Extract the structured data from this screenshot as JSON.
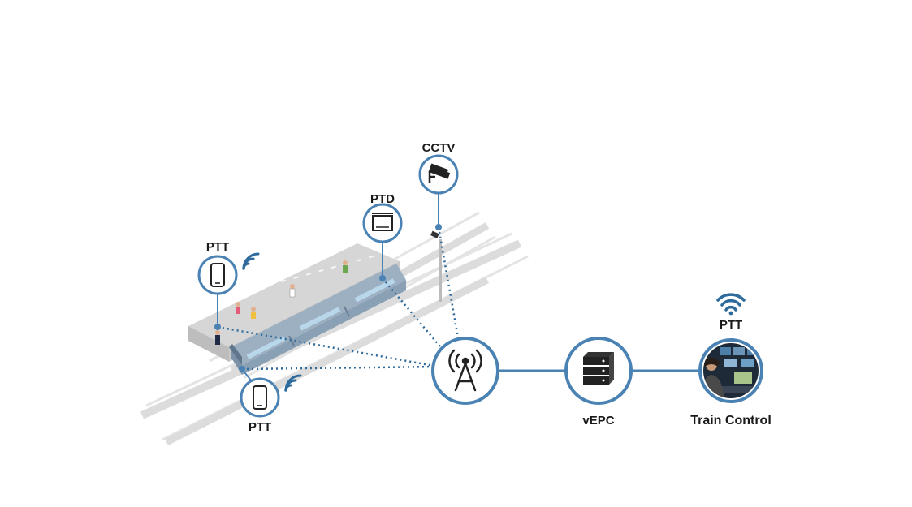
{
  "diagram": {
    "labels": {
      "ptt_left": "PTT",
      "ptt_bottom": "PTT",
      "ptd": "PTD",
      "cctv": "CCTV",
      "vepc": "vEPC",
      "ptt_control": "PTT",
      "train_control": "Train Control"
    },
    "nodes": [
      {
        "id": "ptt-phone-left",
        "icon": "smartphone-icon"
      },
      {
        "id": "ptt-phone-bottom",
        "icon": "smartphone-icon"
      },
      {
        "id": "ptd-display",
        "icon": "display-icon"
      },
      {
        "id": "cctv-camera",
        "icon": "cctv-camera-icon"
      },
      {
        "id": "base-station",
        "icon": "antenna-tower-icon"
      },
      {
        "id": "vepc-server",
        "icon": "server-rack-icon"
      },
      {
        "id": "train-control-room",
        "icon": "control-room-operator-icon"
      }
    ],
    "colors": {
      "accent": "#4a82b4",
      "accent_dark": "#2f6a9c",
      "track": "#d9d9d9",
      "platform": "#c8c8c8",
      "train": "#8fa4b8"
    }
  }
}
